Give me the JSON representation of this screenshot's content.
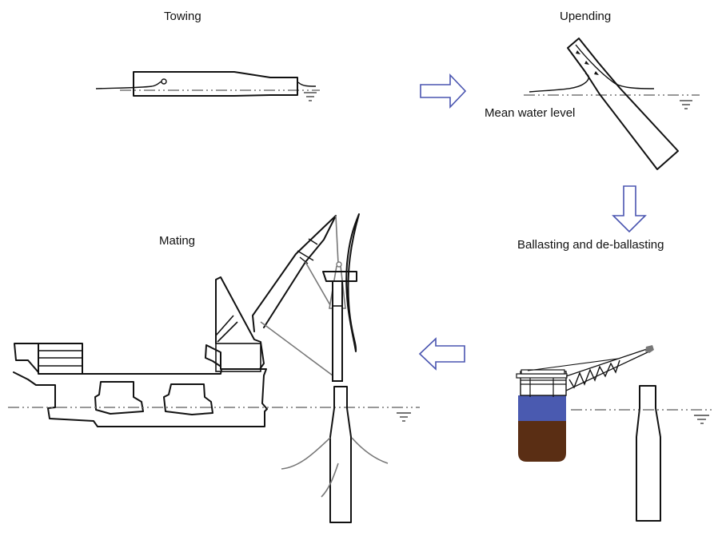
{
  "stages": {
    "towing": {
      "label": "Towing"
    },
    "upending": {
      "label": "Upending",
      "annotation": "Mean water level"
    },
    "ballasting": {
      "label": "Ballasting and de-ballasting"
    },
    "mating": {
      "label": "Mating"
    }
  },
  "flow": [
    "towing",
    "upending",
    "ballasting",
    "mating"
  ],
  "colors": {
    "arrow_stroke": "#4a55b0",
    "ballast_water": "#4a5ab0",
    "ballast_solid": "#5a2e14",
    "water_line": "#777777"
  },
  "icons": {
    "water_level_symbol": "water-level-icon",
    "flow_arrow": "block-arrow-icon"
  }
}
